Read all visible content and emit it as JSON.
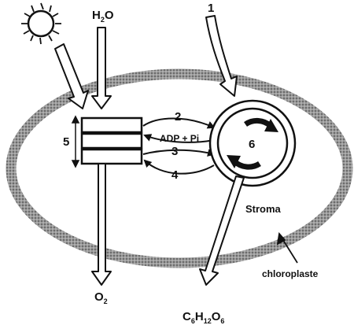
{
  "labels": {
    "water": "H",
    "water_sub": "2",
    "water_tail": "O",
    "input_1": "1",
    "step_2": "2",
    "adp_pi": "ADP + Pi",
    "step_3": "3",
    "step_4": "4",
    "thylakoid_5": "5",
    "cycle_6": "6",
    "stroma": "Stroma",
    "chloroplast": "chloroplaste",
    "oxygen": "O",
    "oxygen_sub": "2",
    "glucose_c": "C",
    "glucose_c_sub": "6",
    "glucose_h": "H",
    "glucose_h_sub": "12",
    "glucose_o": "O",
    "glucose_o_sub": "6"
  },
  "icons": {
    "sun": "sun-icon",
    "cycle": "cycle-arrows-icon"
  },
  "colors": {
    "ink": "#111111",
    "membrane": "#8a8a8a",
    "background": "#ffffff"
  }
}
